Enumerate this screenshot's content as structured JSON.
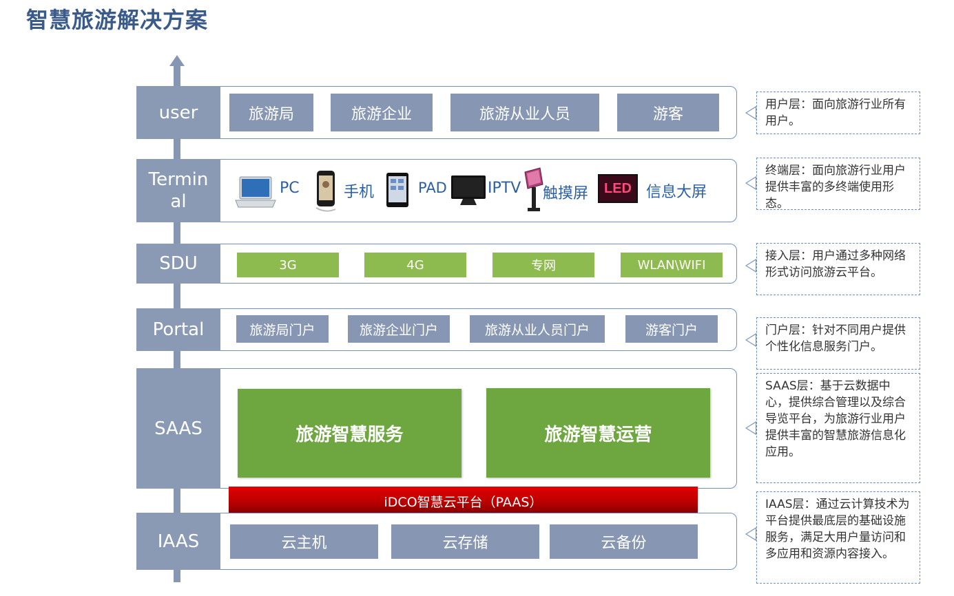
{
  "title": "智慧旅游解决方案",
  "layers": {
    "user": {
      "label": "user",
      "items": [
        "旅游局",
        "旅游企业",
        "旅游从业人员",
        "游客"
      ],
      "note": "用户层：面向旅游行业所有用户。"
    },
    "terminal": {
      "label": "Terminal",
      "devices": [
        {
          "label": "PC",
          "icon": "laptop-icon"
        },
        {
          "label": "手机",
          "icon": "phone-icon"
        },
        {
          "label": "PAD",
          "icon": "tablet-icon"
        },
        {
          "label": "IPTV",
          "icon": "tv-icon"
        },
        {
          "label": "触摸屏",
          "icon": "kiosk-icon"
        },
        {
          "label": "信息大屏",
          "icon": "led-screen-icon"
        }
      ],
      "led_text": "LED",
      "note": "终端层：面向旅游行业用户提供丰富的多终端使用形态。"
    },
    "sdu": {
      "label": "SDU",
      "items": [
        "3G",
        "4G",
        "专网",
        "WLAN\\WIFI"
      ],
      "note": "接入层：用户通过多种网络形式访问旅游云平台。"
    },
    "portal": {
      "label": "Portal",
      "items": [
        "旅游局门户",
        "旅游企业门户",
        "旅游从业人员门户",
        "游客门户"
      ],
      "note": "门户层：针对不同用户提供个性化信息服务门户。"
    },
    "saas": {
      "label": "SAAS",
      "items": [
        "旅游智慧服务",
        "旅游智慧运营"
      ],
      "note": "SAAS层：基于云数据中心，提供综合管理以及综合导览平台，为旅游行业用户提供丰富的智慧旅游信息化应用。"
    },
    "paas": {
      "label": "iDCO智慧云平台（PAAS）"
    },
    "iaas": {
      "label": "IAAS",
      "items": [
        "云主机",
        "云存储",
        "云备份"
      ],
      "note": "IAAS层：通过云计算技术为平台提供最底层的基础设施服务，满足大用户量访问和多应用和资源内容接入。"
    }
  },
  "colors": {
    "title": "#3a5a8a",
    "label_bg": "#8a99b4",
    "item_bg": "#8797b3",
    "sdu_green": "#8ebb4f",
    "saas_green": "#6ea63f",
    "paas_red": "#cc0000",
    "terminal_text": "#2a5fa8"
  }
}
